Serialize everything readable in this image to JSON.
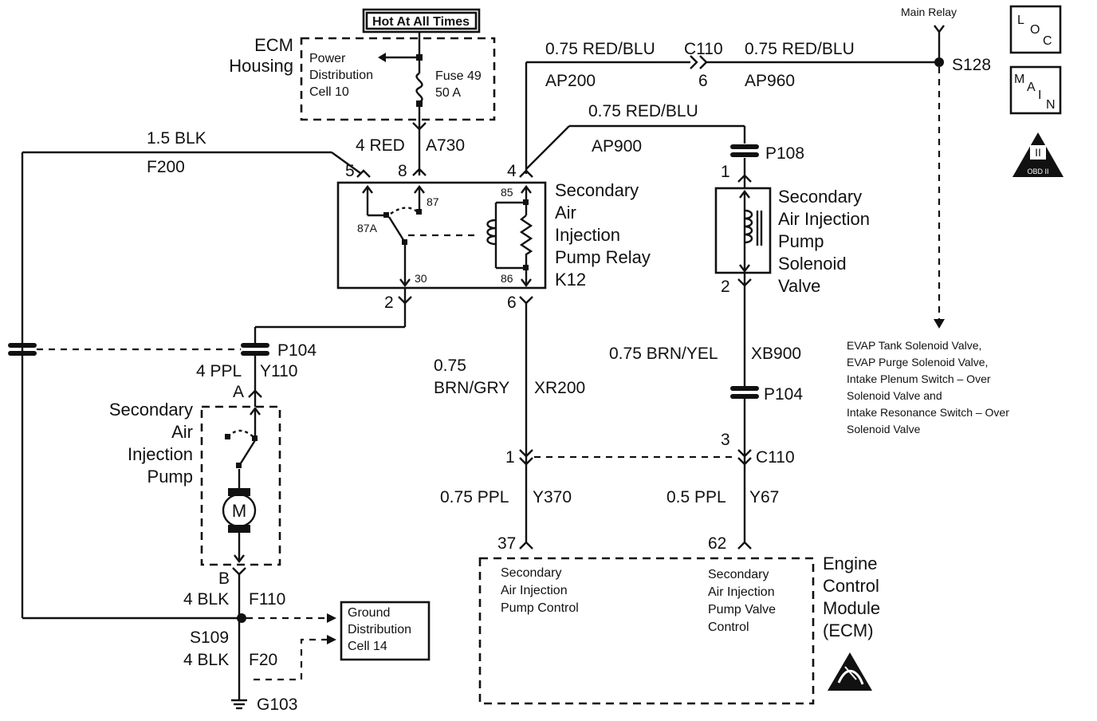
{
  "top": {
    "hot_at_all_times": "Hot At All Times",
    "ecm_housing_line1": "ECM",
    "ecm_housing_line2": "Housing",
    "power_dist_line1": "Power",
    "power_dist_line2": "Distribution",
    "power_dist_line3": "Cell 10",
    "fuse_line1": "Fuse 49",
    "fuse_line2": "50 A",
    "main_relay": "Main Relay",
    "s128": "S128"
  },
  "wires": {
    "w_4red": "4 RED",
    "a730": "A730",
    "w_15blk": "1.5 BLK",
    "f200": "F200",
    "red_blu_1": "0.75 RED/BLU",
    "c110_top": "C110",
    "red_blu_2": "0.75 RED/BLU",
    "ap200": "AP200",
    "c110_pin6": "6",
    "ap960": "AP960",
    "red_blu_3": "0.75 RED/BLU",
    "ap900": "AP900",
    "p108": "P108",
    "p104_left": "P104",
    "w_4ppl": "4 PPL",
    "y110": "Y110",
    "pin_a": "A",
    "pin_b": "B",
    "w_4blk_1": "4 BLK",
    "f110": "F110",
    "s109": "S109",
    "w_4blk_2": "4 BLK",
    "f20": "F20",
    "g103": "G103",
    "brn_gry_1": "0.75",
    "brn_gry_2": "BRN/GRY",
    "xr200": "XR200",
    "brn_yel": "0.75 BRN/YEL",
    "xb900": "XB900",
    "p104_right": "P104",
    "c110_bottom": "C110",
    "ppl_075": "0.75 PPL",
    "y370": "Y370",
    "ppl_05": "0.5 PPL",
    "y67": "Y67"
  },
  "pins": {
    "p5": "5",
    "p8": "8",
    "p4": "4",
    "p2": "2",
    "p6": "6",
    "p87": "87",
    "p87a": "87A",
    "p30": "30",
    "p85": "85",
    "p86": "86",
    "sol1": "1",
    "sol2": "2",
    "c1": "1",
    "c3": "3",
    "e37": "37",
    "e62": "62"
  },
  "relay": {
    "line1": "Secondary",
    "line2": "Air",
    "line3": "Injection",
    "line4": "Pump Relay",
    "line5": "K12"
  },
  "solenoid": {
    "line1": "Secondary",
    "line2": "Air Injection",
    "line3": "Pump",
    "line4": "Solenoid",
    "line5": "Valve"
  },
  "pump": {
    "line1": "Secondary",
    "line2": "Air",
    "line3": "Injection",
    "line4": "Pump",
    "motor": "M"
  },
  "ground_dist": {
    "line1": "Ground",
    "line2": "Distribution",
    "line3": "Cell 14"
  },
  "evap_note": {
    "line1": "EVAP Tank Solenoid Valve,",
    "line2": "EVAP Purge Solenoid Valve,",
    "line3": "Intake Plenum Switch – Over",
    "line4": "Solenoid Valve and",
    "line5": "Intake Resonance Switch – Over",
    "line6": "Solenoid Valve"
  },
  "ecm": {
    "title1": "Engine",
    "title2": "Control",
    "title3": "Module",
    "title4": "(ECM)",
    "pc_line1": "Secondary",
    "pc_line2": "Air Injection",
    "pc_line3": "Pump Control",
    "vc_line1": "Secondary",
    "vc_line2": "Air Injection",
    "vc_line3": "Pump Valve",
    "vc_line4": "Control"
  },
  "legend": {
    "loc_l": "L",
    "loc_o": "O",
    "loc_c": "C",
    "main_m": "M",
    "main_a": "A",
    "main_i": "I",
    "main_n": "N",
    "obd_roman": "II",
    "obd_label": "OBD II"
  }
}
